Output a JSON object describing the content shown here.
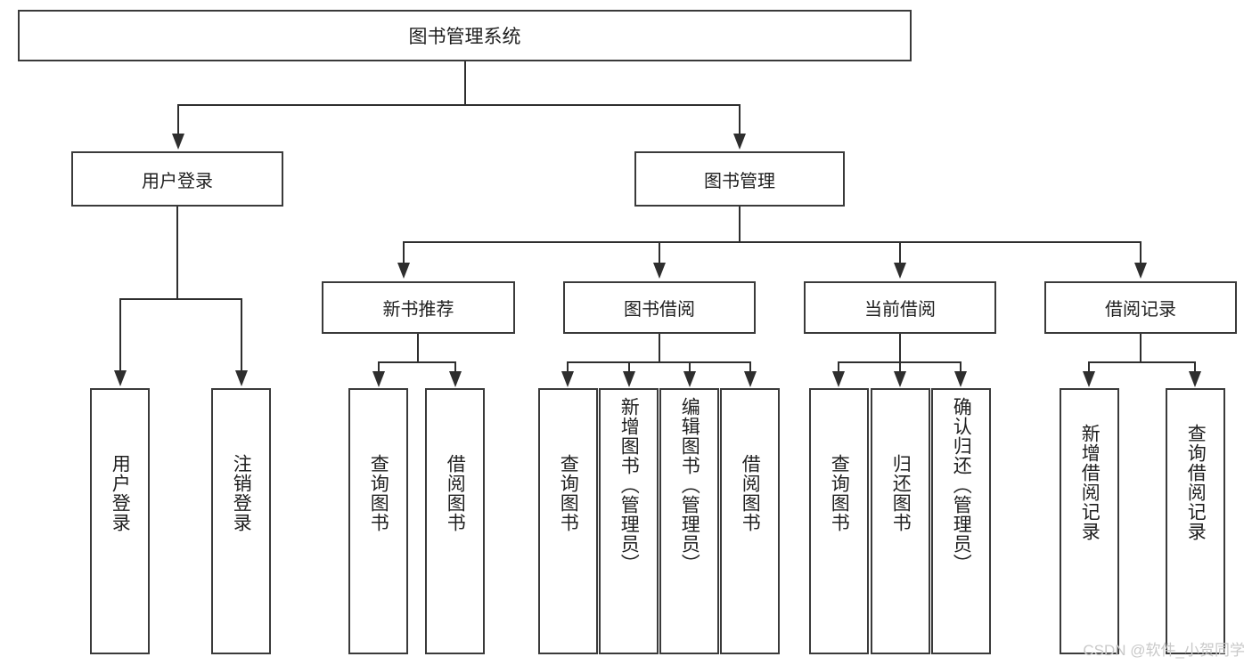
{
  "diagram": {
    "title": "图书管理系统",
    "type": "tree-hierarchy-diagram",
    "root": {
      "label": "图书管理系统"
    },
    "level2": [
      {
        "label": "用户登录"
      },
      {
        "label": "图书管理"
      }
    ],
    "level3": [
      {
        "label": "新书推荐"
      },
      {
        "label": "图书借阅"
      },
      {
        "label": "当前借阅"
      },
      {
        "label": "借阅记录"
      }
    ],
    "leaves": {
      "user_login": [
        {
          "label": "用户登录"
        },
        {
          "label": "注销登录"
        }
      ],
      "new_book_recommend": [
        {
          "label": "查询图书"
        },
        {
          "label": "借阅图书"
        }
      ],
      "book_borrow": [
        {
          "label": "查询图书"
        },
        {
          "label": "新增图书（管理员）"
        },
        {
          "label": "编辑图书（管理员）"
        },
        {
          "label": "借阅图书"
        }
      ],
      "current_borrow": [
        {
          "label": "查询图书"
        },
        {
          "label": "归还图书"
        },
        {
          "label": "确认归还（管理员）"
        }
      ],
      "borrow_record": [
        {
          "label": "新增借阅记录"
        },
        {
          "label": "查询借阅记录"
        }
      ]
    }
  },
  "watermark": {
    "text": "CSDN @软件_小贺同学"
  },
  "colors": {
    "box_border": "#3a3a3a",
    "connector": "#2e2e2e",
    "background": "#ffffff",
    "text": "#1f1f1f",
    "watermark": "#c9c9c9"
  }
}
